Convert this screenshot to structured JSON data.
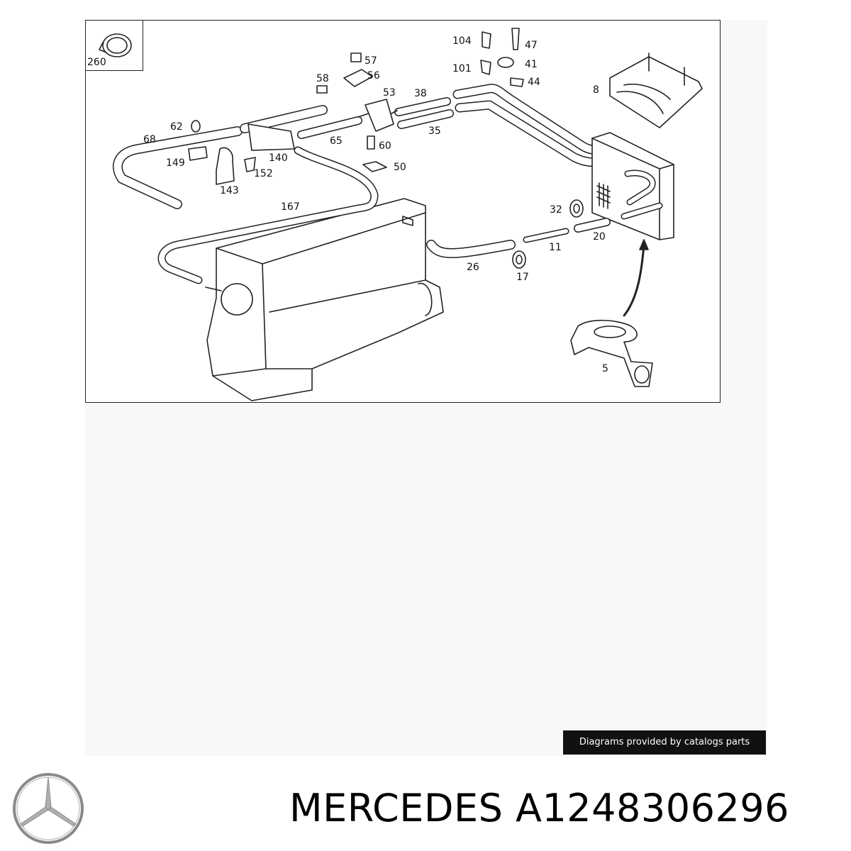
{
  "diagram": {
    "callouts": {
      "c260": "260",
      "c104": "104",
      "c47": "47",
      "c41": "41",
      "c101": "101",
      "c44": "44",
      "c57": "57",
      "c56": "56",
      "c58": "58",
      "c53": "53",
      "c38": "38",
      "c8": "8",
      "c62": "62",
      "c68": "68",
      "c65": "65",
      "c35": "35",
      "c60": "60",
      "c140": "140",
      "c149": "149",
      "c152": "152",
      "c143": "143",
      "c50": "50",
      "c167": "167",
      "c32": "32",
      "c11": "11",
      "c20": "20",
      "c26": "26",
      "c17": "17",
      "c5": "5"
    }
  },
  "credit": {
    "text": "Diagrams provided by catalogs parts"
  },
  "footer": {
    "title": "MERCEDES A1248306296"
  },
  "logo": {
    "icon": "mercedes-star-logo-icon"
  }
}
